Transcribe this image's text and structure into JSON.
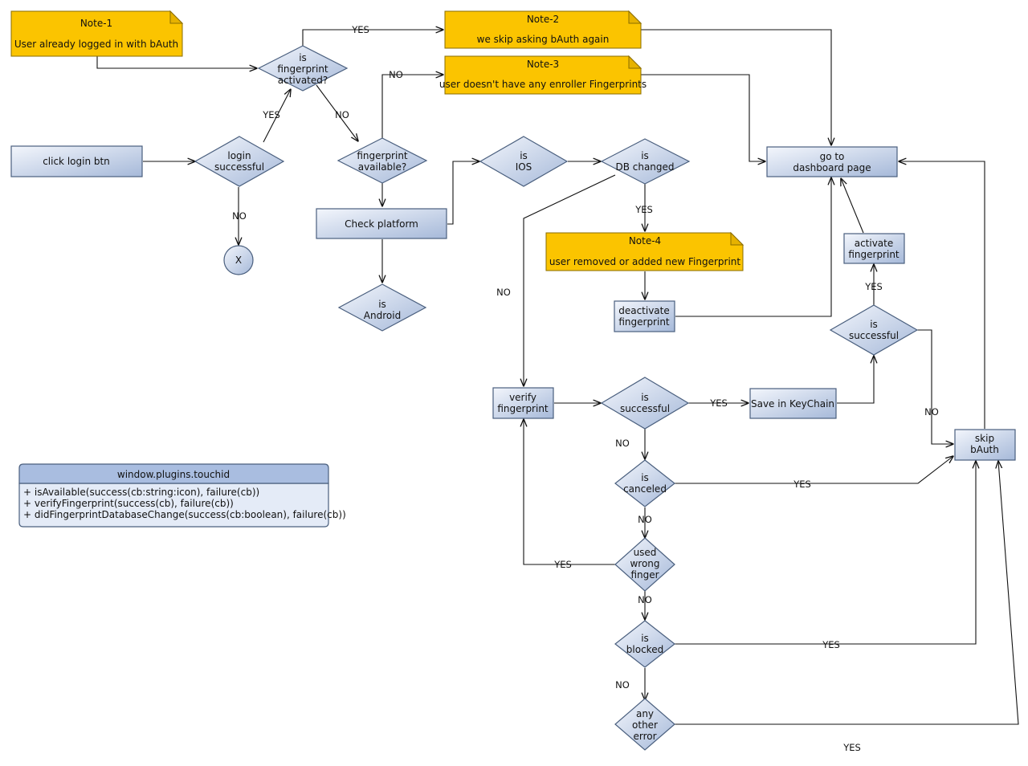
{
  "notes": {
    "n1": {
      "title": "Note-1",
      "text": "User already logged in with bAuth"
    },
    "n2": {
      "title": "Note-2",
      "text": "we skip asking bAuth again"
    },
    "n3": {
      "title": "Note-3",
      "text": "user doesn't have any enroller Fingerprints"
    },
    "n4": {
      "title": "Note-4",
      "text": "user removed or added new Fingerprint"
    }
  },
  "nodes": {
    "click_login": "click login btn",
    "login_successful": [
      "login",
      "successful"
    ],
    "end_x": "X",
    "fp_activated": [
      "is",
      "fingerprint",
      "activated?"
    ],
    "fp_available": [
      "fingerprint",
      "available?"
    ],
    "check_platform": "Check platform",
    "is_android": [
      "is",
      "Android"
    ],
    "is_ios": [
      "is",
      "IOS"
    ],
    "db_changed": [
      "is",
      "DB changed"
    ],
    "deactivate_fp": [
      "deactivate",
      "fingerprint"
    ],
    "dashboard": [
      "go to",
      "dashboard page"
    ],
    "activate_fp": [
      "activate",
      "fingerprint"
    ],
    "successful_top": [
      "is",
      "successful"
    ],
    "verify_fp": [
      "verify",
      "fingerprint"
    ],
    "successful_mid": [
      "is",
      "successful"
    ],
    "save_keychain": "Save in KeyChain",
    "skip_bauth": [
      "skip",
      "bAuth"
    ],
    "canceled": [
      "is",
      "canceled"
    ],
    "wrong_finger": [
      "used",
      "wrong",
      "finger"
    ],
    "blocked": [
      "is",
      "blocked"
    ],
    "other_error": [
      "any",
      "other",
      "error"
    ]
  },
  "edge_labels": {
    "yes": "YES",
    "no": "NO"
  },
  "class_box": {
    "title": "window.plugins.touchid",
    "methods": [
      "+ isAvailable(success(cb:string:icon), failure(cb))",
      "+ verifyFingerprint(success(cb), failure(cb))",
      "+ didFingerprintDatabaseChange(success(cb:boolean), failure(cb))"
    ]
  }
}
